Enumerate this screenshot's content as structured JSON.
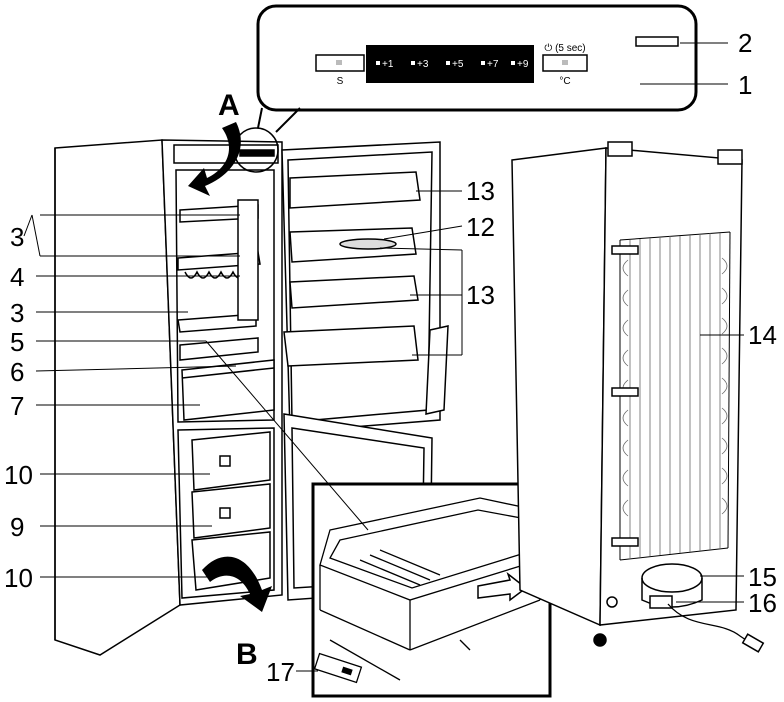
{
  "panel": {
    "s_button_label": "S",
    "timer_label": "⏻ (5 sec)",
    "celsius_label": "°C",
    "temps": [
      "+1",
      "+3",
      "+5",
      "+7",
      "+9"
    ]
  },
  "arrows": {
    "top": "A",
    "bottom": "B"
  },
  "callouts": {
    "c1": "1",
    "c2": "2",
    "c3a": "3",
    "c4": "4",
    "c3b": "3",
    "c5": "5",
    "c6": "6",
    "c7": "7",
    "c10a": "10",
    "c9": "9",
    "c10b": "10",
    "c13a": "13",
    "c12": "12",
    "c13b": "13",
    "c14": "14",
    "c15": "15",
    "c16": "16",
    "c17": "17"
  }
}
